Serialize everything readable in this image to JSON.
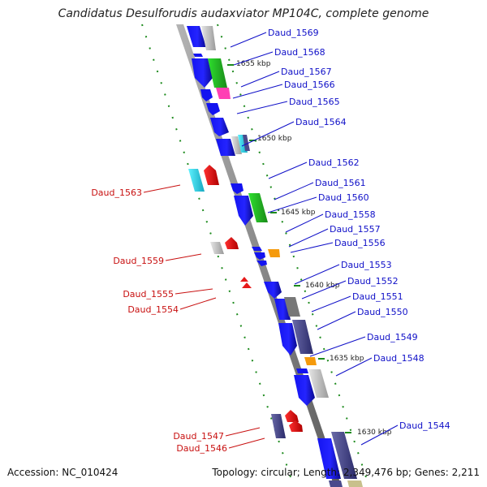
{
  "title": "Candidatus Desulforudis audaxviator MP104C, complete genome",
  "footer": {
    "accession": "Accession: NC_010424",
    "summary": "Topology: circular; Length: 2,349,476 bp; Genes: 2,211"
  },
  "colors": {
    "backbone": "#8c8c8c",
    "forward_label": "#1010c8",
    "reverse_label": "#c81010",
    "cds": "#1a1ae6",
    "trna": "#e61a1a",
    "rrna_like": "#2ecc2e",
    "pink": "#ff3fb4",
    "cyan": "#22d6e8",
    "orange": "#f59a0c",
    "gray": "#c8c8c8",
    "slate": "#4a4a8c",
    "khaki": "#c8c08c",
    "dot": "#1c8a1c"
  },
  "scale_labels": [
    "1655 kbp",
    "1650 kbp",
    "1645 kbp",
    "1640 kbp",
    "1635 kbp",
    "1630 kbp"
  ],
  "forward_genes": [
    "Daud_1569",
    "Daud_1568",
    "Daud_1567",
    "Daud_1566",
    "Daud_1565",
    "Daud_1564",
    "Daud_1562",
    "Daud_1561",
    "Daud_1560",
    "Daud_1558",
    "Daud_1557",
    "Daud_1556",
    "Daud_1553",
    "Daud_1552",
    "Daud_1551",
    "Daud_1550",
    "Daud_1549",
    "Daud_1548",
    "Daud_1544"
  ],
  "reverse_genes": [
    "Daud_1563",
    "Daud_1559",
    "Daud_1555",
    "Daud_1554",
    "Daud_1547",
    "Daud_1546"
  ]
}
